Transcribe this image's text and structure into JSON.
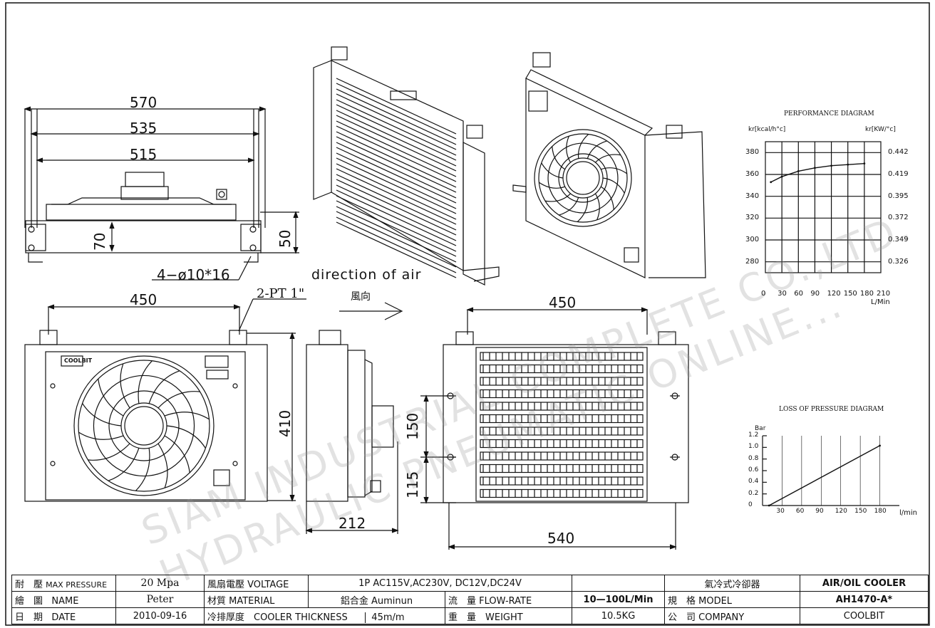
{
  "dims": {
    "w570": "570",
    "w535": "535",
    "w515": "515",
    "h70": "70",
    "h50": "50",
    "holes": "4−ø10*16",
    "w450_front": "450",
    "port": "2-PT 1\"",
    "h410": "410",
    "w212": "212",
    "h150": "150",
    "h115": "115",
    "w450_rear": "450",
    "w540": "540"
  },
  "air": {
    "direction_label": "direction of air",
    "wind_label": "風向"
  },
  "performance": {
    "title": "PERFORMANCE DIAGRAM",
    "left_unit": "kr[kcal/h°c]",
    "right_unit": "kr[KW/°c]",
    "x_unit": "L/Min",
    "x_ticks": [
      "0",
      "30",
      "60",
      "90",
      "120",
      "150",
      "180",
      "210"
    ],
    "y_left": [
      "380",
      "360",
      "340",
      "320",
      "300",
      "280"
    ],
    "y_right": [
      "0.442",
      "0.419",
      "0.395",
      "0.372",
      "0.349",
      "0.326"
    ]
  },
  "loss": {
    "title": "LOSS OF PRESSURE DIAGRAM",
    "y_unit": "Bar",
    "x_unit": "l/min",
    "y_ticks": [
      "1.2",
      "1.0",
      "0.8",
      "0.6",
      "0.4",
      "0.2",
      "0"
    ],
    "x_ticks": [
      "30",
      "60",
      "90",
      "120",
      "150",
      "180"
    ]
  },
  "chart_data": [
    {
      "type": "line",
      "title": "PERFORMANCE DIAGRAM",
      "xlabel": "L/Min",
      "ylabel": "kr[kcal/h°c]",
      "y2label": "kr[KW/°c]",
      "xlim": [
        0,
        210
      ],
      "ylim": [
        270,
        390
      ],
      "x": [
        10,
        30,
        60,
        90,
        120,
        150,
        180
      ],
      "series": [
        {
          "values": [
            353,
            358,
            363,
            366,
            368,
            369,
            370
          ]
        }
      ]
    },
    {
      "type": "line",
      "title": "LOSS OF PRESSURE DIAGRAM",
      "xlabel": "l/min",
      "ylabel": "Bar",
      "xlim": [
        0,
        210
      ],
      "ylim": [
        0,
        1.2
      ],
      "x": [
        10,
        180
      ],
      "series": [
        {
          "values": [
            0.0,
            1.03
          ]
        }
      ]
    }
  ],
  "watermark": {
    "line1": "SIAM INDUSTRIAL COMPLETE CO.,LTD.",
    "line2": "HYDRAULIC PNEUMATIC ONLINE..."
  },
  "title_block": {
    "r1": {
      "a": "耐　壓",
      "b": "MAX PRESSURE",
      "val": "20 Mpa",
      "c": "風扇電壓 VOLTAGE",
      "voltage": "1P AC115V,AC230V, DC12V,DC24V",
      "e": "氣冷式冷卻器",
      "f": "AIR/OIL COOLER"
    },
    "r2": {
      "a": "繪　圖",
      "b": "NAME",
      "val": "Peter",
      "c": "材質 MATERIAL",
      "mat": "鋁合金 Auminun",
      "d": "流　量 FLOW-RATE",
      "dv": "10—100L/Min",
      "e": "規　格 MODEL",
      "f": "AH1470-A*"
    },
    "r3": {
      "a": "日　期",
      "b": "DATE",
      "val": "2010-09-16",
      "c": "冷排厚度　COOLER THICKNESS",
      "thick": "45m/m",
      "d": "重　量　WEIGHT",
      "dv": "10.5KG",
      "e": "公　司 COMPANY",
      "f": "COOLBIT"
    }
  },
  "plate": {
    "brand": "COOLBIT"
  }
}
